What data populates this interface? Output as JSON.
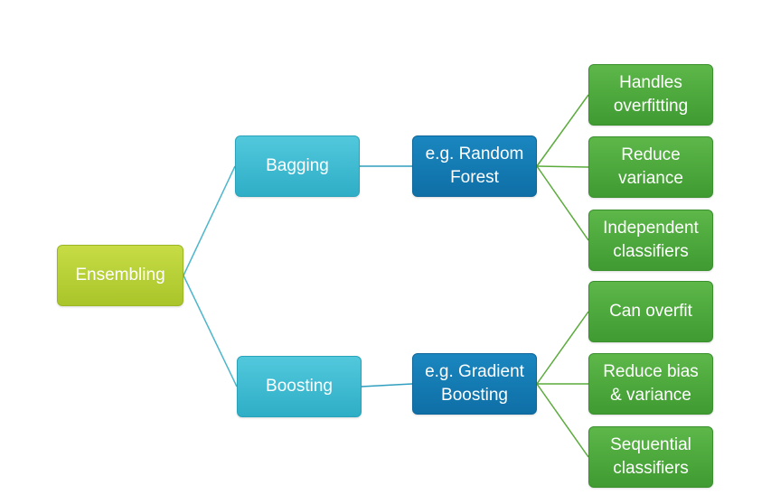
{
  "diagram": {
    "root": {
      "text": "Ensembling"
    },
    "branches": [
      {
        "text": "Bagging",
        "example": {
          "line1": "e.g. Random",
          "line2": "Forest"
        },
        "properties": [
          {
            "line1": "Handles",
            "line2": "overfitting"
          },
          {
            "line1": "Reduce",
            "line2": "variance"
          },
          {
            "line1": "Independent",
            "line2": "classifiers"
          }
        ]
      },
      {
        "text": "Boosting",
        "example": {
          "line1": "e.g. Gradient",
          "line2": "Boosting"
        },
        "properties": [
          {
            "line1": "Can overfit",
            "line2": ""
          },
          {
            "line1": "Reduce bias",
            "line2": "& variance"
          },
          {
            "line1": "Sequential",
            "line2": "classifiers"
          }
        ]
      }
    ]
  },
  "colors": {
    "root": "#b5cf32",
    "level1": "#3cbbd2",
    "level2": "#1279b2",
    "leaf": "#4ca93c",
    "connector_blue": "#4db6cc",
    "connector_green": "#5aab3c"
  }
}
